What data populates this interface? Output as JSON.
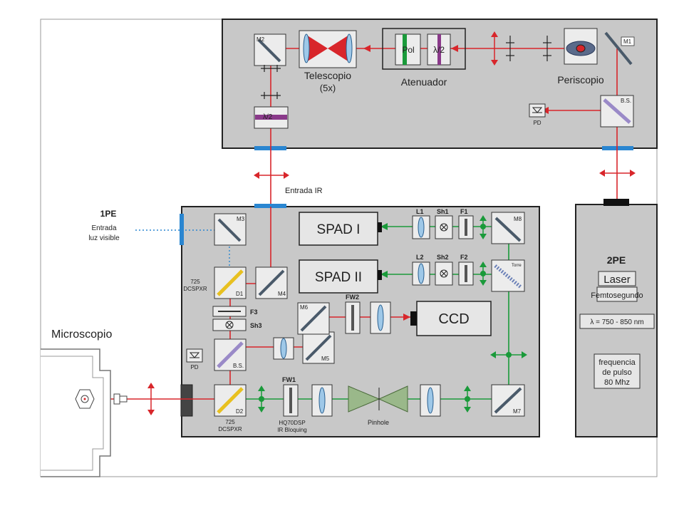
{
  "top_labels": {
    "m2": "M2",
    "m1": "M1",
    "telescopio": "Telescopio",
    "telescopio_sub": "(5x)",
    "pol": "Pol",
    "lambda2": "λ/2",
    "atenuador": "Atenuador",
    "periscopio": "Periscopio",
    "bs": "B.S.",
    "pd": "PD",
    "lambda2_left": "λ/2"
  },
  "entrada_ir": "Entrada IR",
  "one_pe": {
    "title": "1PE",
    "line1": "Entrada",
    "line2": "luz visible"
  },
  "main_labels": {
    "m3": "M3",
    "m4": "M4",
    "m5": "M5",
    "m6": "M6",
    "m7": "M7",
    "m8": "M8",
    "d1": "D1",
    "d2": "D2",
    "d1_top": "725",
    "d1_bot": "DCSPXR",
    "d2_top": "725",
    "d2_bot": "DCSPXR",
    "f3": "F3",
    "sh3": "Sh3",
    "pd": "PD",
    "bs": "B.S.",
    "spad1": "SPAD I",
    "spad2": "SPAD II",
    "ccd": "CCD",
    "l1": "L1",
    "sh1": "Sh1",
    "f1": "F1",
    "l2": "L2",
    "sh2": "Sh2",
    "f2": "F2",
    "fw1": "FW1",
    "fw2": "FW2",
    "torre": "Torre",
    "hq_top": "HQ70DSP",
    "hq_bot": "IR Bloquing",
    "pinhole": "Pinhole"
  },
  "microscopio": "Microscopio",
  "laser": {
    "title": "2PE",
    "name": "Laser",
    "type": "Femtosegundo",
    "lambda": "λ = 750 - 850 nm",
    "freq1": "frequencia",
    "freq2": "de pulso",
    "freq3": "80 Mhz"
  }
}
